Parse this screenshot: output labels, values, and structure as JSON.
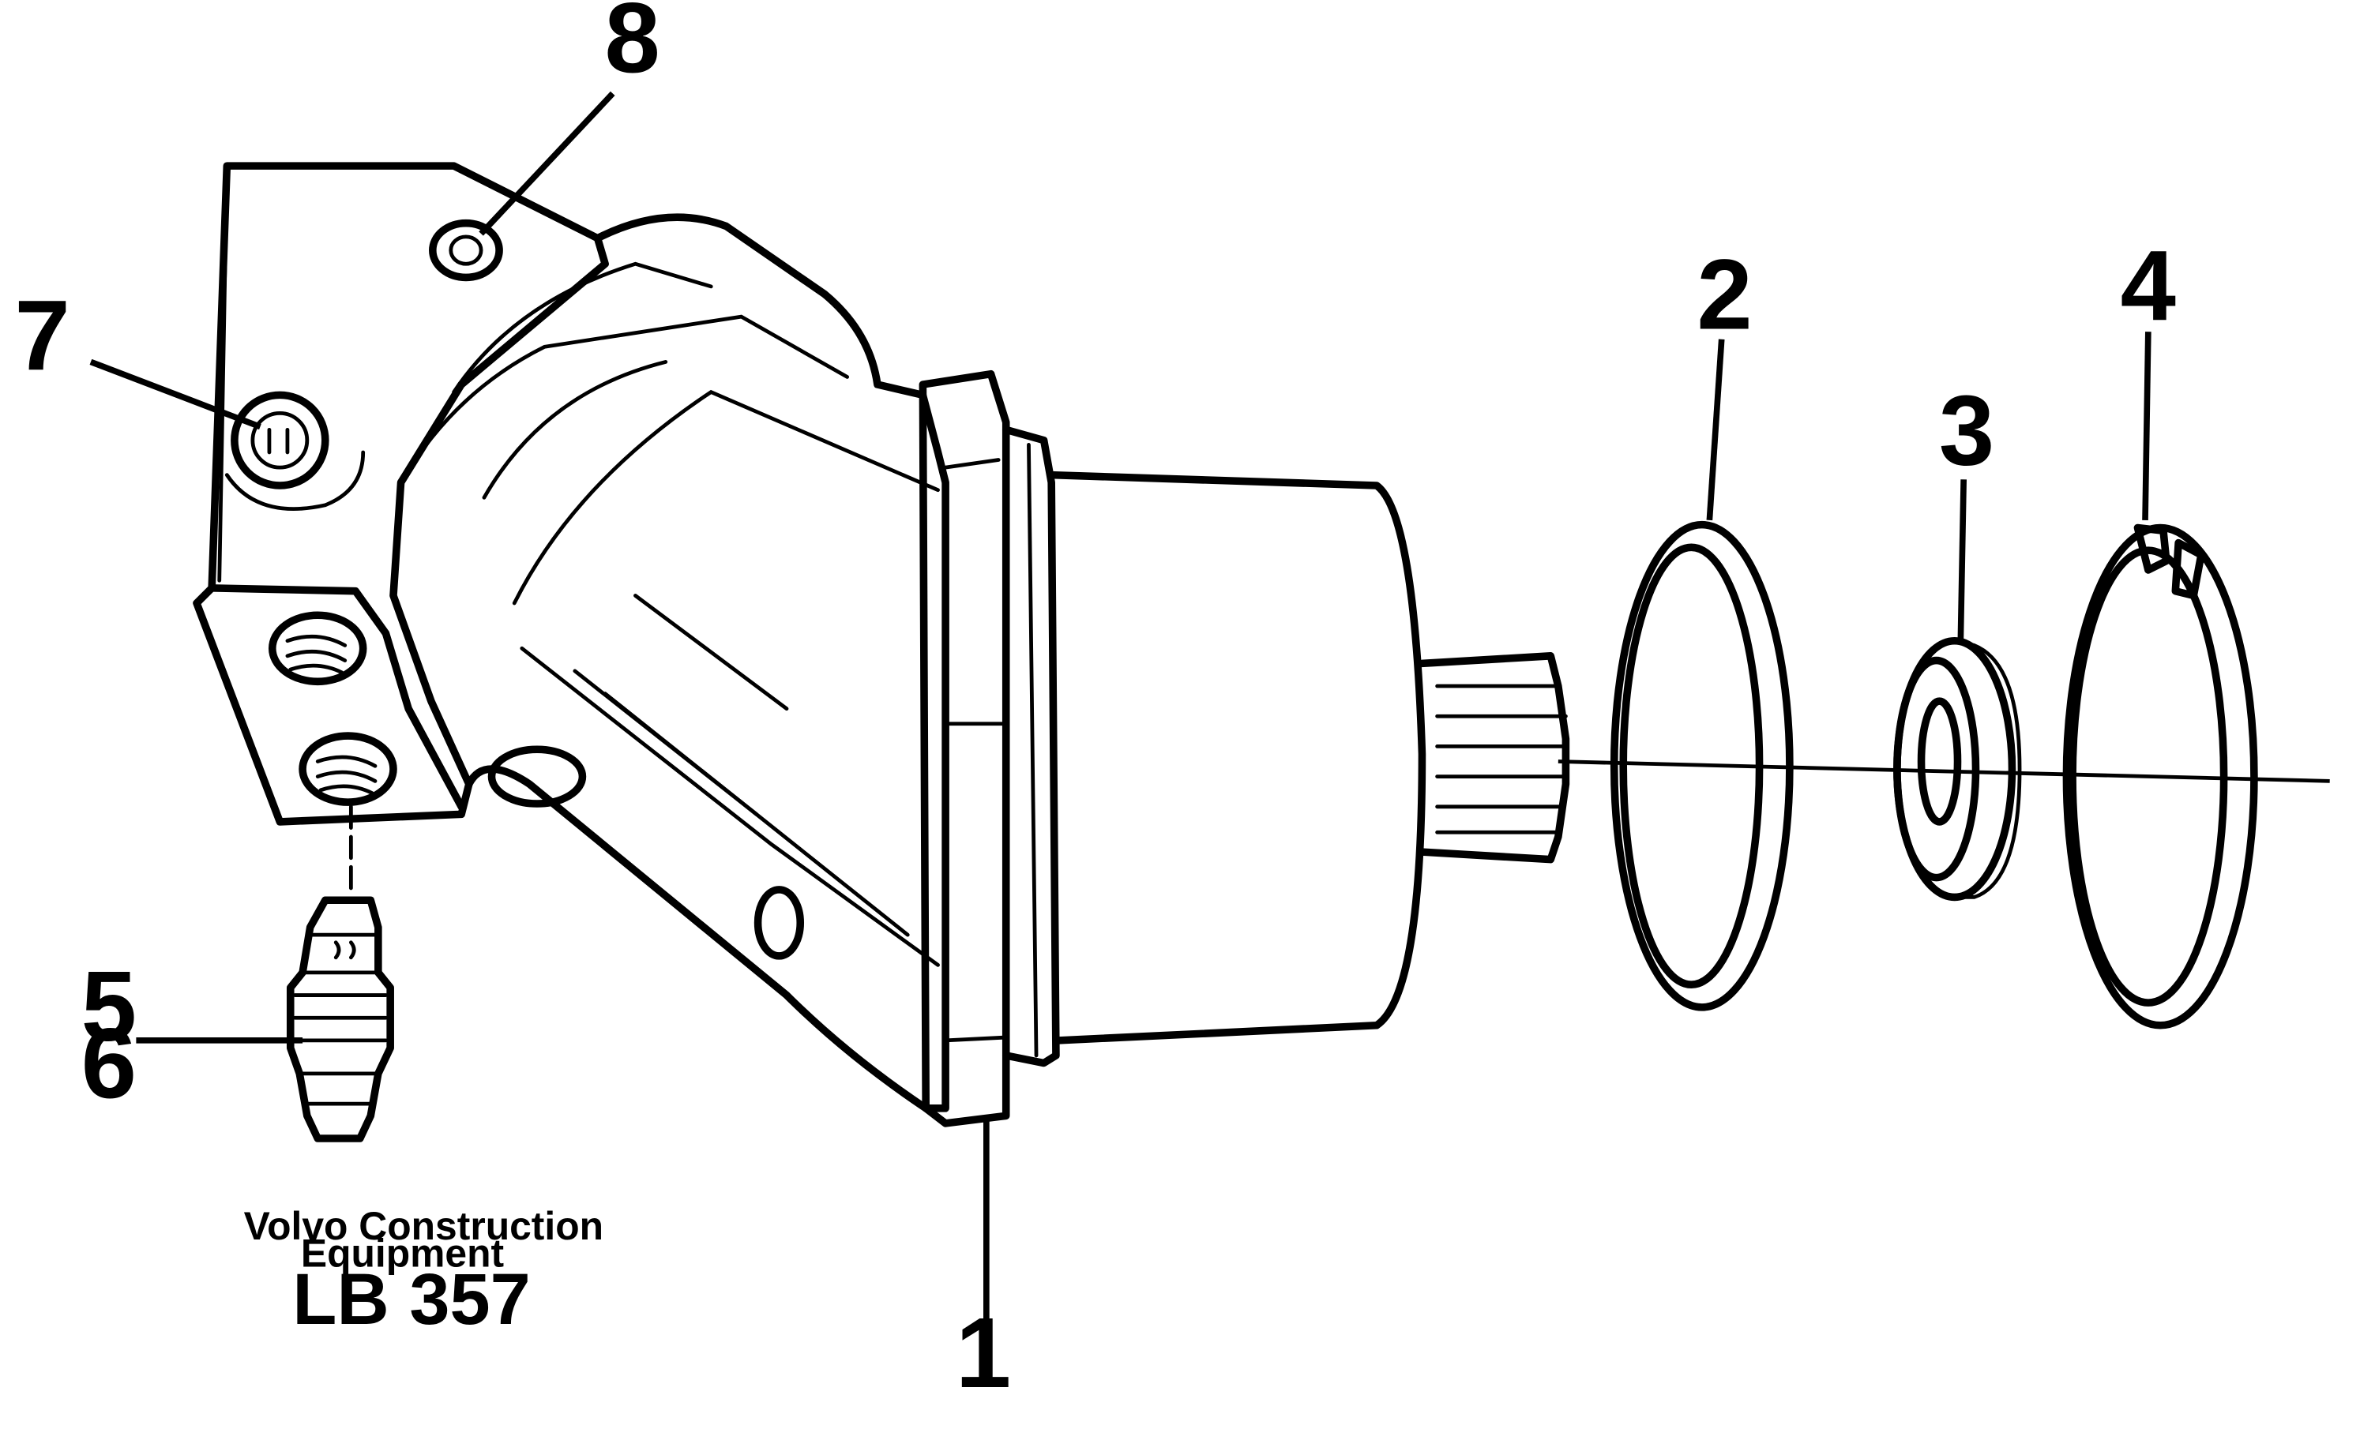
{
  "colors": {
    "ink": "#000000",
    "paper": "#ffffff"
  },
  "callouts": {
    "c1": "1",
    "c2": "2",
    "c3": "3",
    "c4": "4",
    "c5": "5",
    "c6": "6",
    "c7": "7",
    "c8": "8"
  },
  "caption": {
    "line1": "Volvo Construction",
    "line2": "Equipment",
    "code": "LB 357"
  }
}
